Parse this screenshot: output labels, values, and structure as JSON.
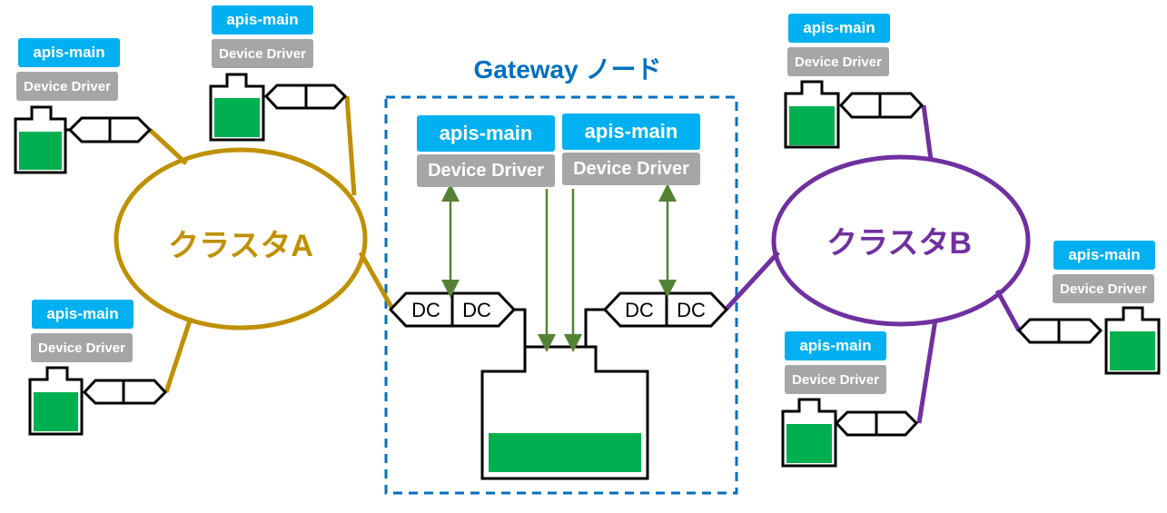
{
  "gateway": {
    "title": "Gateway ノード",
    "apis_main_1": "apis-main",
    "device_driver_1": "Device Driver",
    "apis_main_2": "apis-main",
    "device_driver_2": "Device Driver",
    "dc_left_a": "DC",
    "dc_left_b": "DC",
    "dc_right_a": "DC",
    "dc_right_b": "DC"
  },
  "cluster_a": {
    "label": "クラスタA",
    "color": "#bf9000",
    "nodes": [
      {
        "apis_main": "apis-main",
        "device_driver": "Device Driver"
      },
      {
        "apis_main": "apis-main",
        "device_driver": "Device Driver"
      },
      {
        "apis_main": "apis-main",
        "device_driver": "Device Driver"
      }
    ]
  },
  "cluster_b": {
    "label": "クラスタB",
    "color": "#7030a0",
    "nodes": [
      {
        "apis_main": "apis-main",
        "device_driver": "Device Driver"
      },
      {
        "apis_main": "apis-main",
        "device_driver": "Device Driver"
      },
      {
        "apis_main": "apis-main",
        "device_driver": "Device Driver"
      }
    ]
  },
  "colors": {
    "apis_main_bg": "#00b0f0",
    "device_driver_bg": "#a6a6a6",
    "battery_fill": "#00b050",
    "arrow": "#548235",
    "gateway_border": "#0070c0"
  }
}
